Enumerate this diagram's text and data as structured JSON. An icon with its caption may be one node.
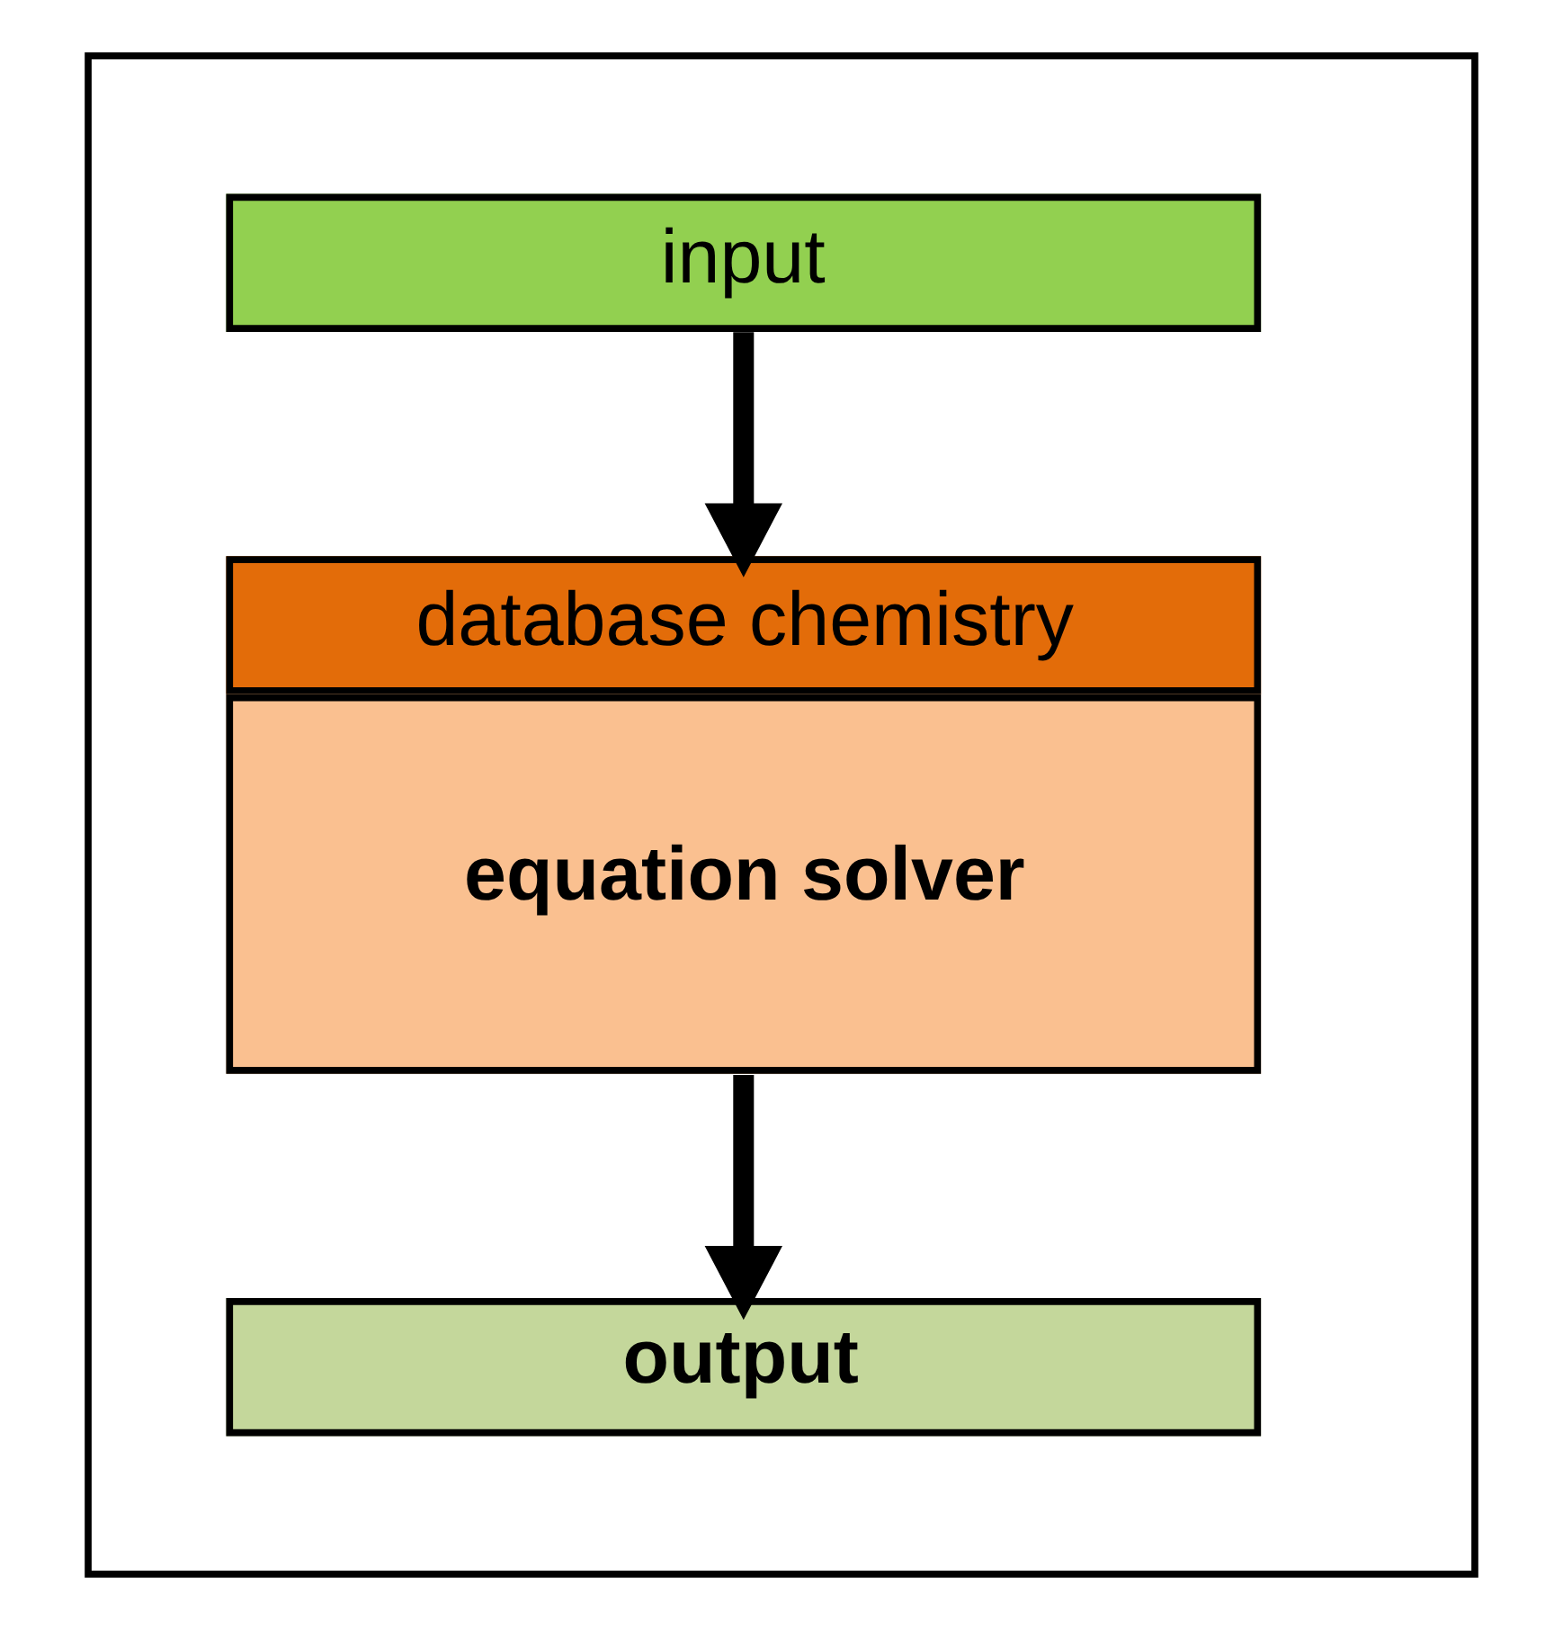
{
  "diagram": {
    "nodes": [
      {
        "text": [],
        "shape": "box"
      },
      {
        "text": [
          "input"
        ],
        "in": 0
      },
      {
        "text": [
          "database chemistry",
          "equation solver"
        ],
        "in": 0
      },
      {
        "text": [
          "output"
        ],
        "in": 0
      }
    ],
    "edges": [
      {
        "from": 1,
        "to": 2,
        "arrow": "to"
      },
      {
        "from": 2,
        "to": 3,
        "arrow": "to"
      }
    ]
  }
}
